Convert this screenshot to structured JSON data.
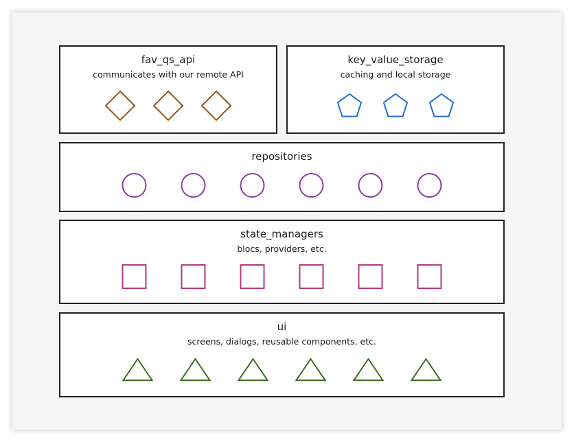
{
  "layers": [
    {
      "id": "fav_qs_api",
      "title": "fav_qs_api",
      "subtitle": "communicates with our remote API",
      "icon": "diamond-icon",
      "icon_count": 3,
      "color": "#8b5a14"
    },
    {
      "id": "key_value_storage",
      "title": "key_value_storage",
      "subtitle": "caching and local storage",
      "icon": "pentagon-icon",
      "icon_count": 3,
      "color": "#1f6fd1"
    },
    {
      "id": "repositories",
      "title": "repositories",
      "subtitle": "",
      "icon": "circle-icon",
      "icon_count": 6,
      "color": "#8a3fa0"
    },
    {
      "id": "state_managers",
      "title": "state_managers",
      "subtitle": "blocs, providers, etc.",
      "icon": "square-icon",
      "icon_count": 6,
      "color": "#b03a7e"
    },
    {
      "id": "ui",
      "title": "ui",
      "subtitle": "screens, dialogs, reusable components, etc.",
      "icon": "triangle-icon",
      "icon_count": 6,
      "color": "#3d6b1f"
    }
  ]
}
